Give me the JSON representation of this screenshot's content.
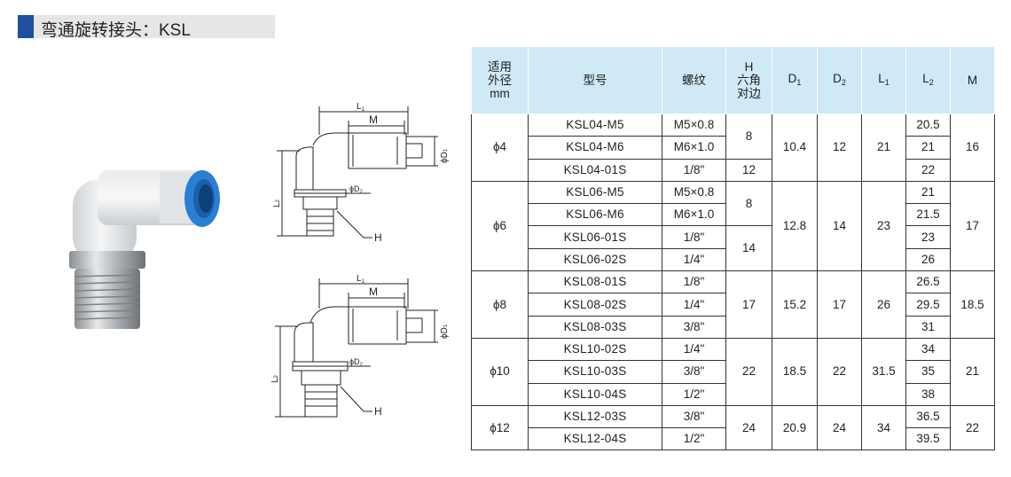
{
  "title": "弯通旋转接头：KSL",
  "drawing_labels": {
    "L1": "L",
    "L1_sub": "1",
    "M": "M",
    "D1": "ϕD",
    "D1_sub": "1",
    "D2": "ϕD",
    "D2_sub": "2",
    "L2": "L",
    "L2_sub": "2",
    "H": "H"
  },
  "table": {
    "headers": {
      "outer_dia": [
        "适用",
        "外径",
        "mm"
      ],
      "model": "型号",
      "thread": "螺纹",
      "hex": [
        "H",
        "六角",
        "对边"
      ],
      "d1": "D",
      "d1_sub": "1",
      "d2": "D",
      "d2_sub": "2",
      "l1": "L",
      "l1_sub": "1",
      "l2": "L",
      "l2_sub": "2",
      "m": "M"
    },
    "groups": [
      {
        "dia": "ϕ4",
        "d1": "10.4",
        "d2": "12",
        "l1": "21",
        "m": "16",
        "rows": [
          {
            "model": "KSL04-M5",
            "thread": "M5×0.8",
            "l2": "20.5"
          },
          {
            "model": "KSL04-M6",
            "thread": "M6×1.0",
            "l2": "21"
          },
          {
            "model": "KSL04-01S",
            "thread": "1/8\"",
            "l2": "22"
          }
        ],
        "hex": [
          {
            "value": "8",
            "span": 2
          },
          {
            "value": "12",
            "span": 1
          }
        ]
      },
      {
        "dia": "ϕ6",
        "d1": "12.8",
        "d2": "14",
        "l1": "23",
        "m": "17",
        "rows": [
          {
            "model": "KSL06-M5",
            "thread": "M5×0.8",
            "l2": "21"
          },
          {
            "model": "KSL06-M6",
            "thread": "M6×1.0",
            "l2": "21.5"
          },
          {
            "model": "KSL06-01S",
            "thread": "1/8\"",
            "l2": "23"
          },
          {
            "model": "KSL06-02S",
            "thread": "1/4\"",
            "l2": "26"
          }
        ],
        "hex": [
          {
            "value": "8",
            "span": 2
          },
          {
            "value": "14",
            "span": 2
          }
        ]
      },
      {
        "dia": "ϕ8",
        "d1": "15.2",
        "d2": "17",
        "l1": "26",
        "m": "18.5",
        "rows": [
          {
            "model": "KSL08-01S",
            "thread": "1/8\"",
            "l2": "26.5"
          },
          {
            "model": "KSL08-02S",
            "thread": "1/4\"",
            "l2": "29.5"
          },
          {
            "model": "KSL08-03S",
            "thread": "3/8\"",
            "l2": "31"
          }
        ],
        "hex": [
          {
            "value": "17",
            "span": 3
          }
        ]
      },
      {
        "dia": "ϕ10",
        "d1": "18.5",
        "d2": "22",
        "l1": "31.5",
        "m": "21",
        "rows": [
          {
            "model": "KSL10-02S",
            "thread": "1/4\"",
            "l2": "34"
          },
          {
            "model": "KSL10-03S",
            "thread": "3/8\"",
            "l2": "35"
          },
          {
            "model": "KSL10-04S",
            "thread": "1/2\"",
            "l2": "38"
          }
        ],
        "hex": [
          {
            "value": "22",
            "span": 3
          }
        ]
      },
      {
        "dia": "ϕ12",
        "d1": "20.9",
        "d2": "24",
        "l1": "34",
        "m": "22",
        "rows": [
          {
            "model": "KSL12-03S",
            "thread": "3/8\"",
            "l2": "36.5"
          },
          {
            "model": "KSL12-04S",
            "thread": "1/2\"",
            "l2": "39.5"
          }
        ],
        "hex": [
          {
            "value": "24",
            "span": 2
          }
        ]
      }
    ]
  }
}
